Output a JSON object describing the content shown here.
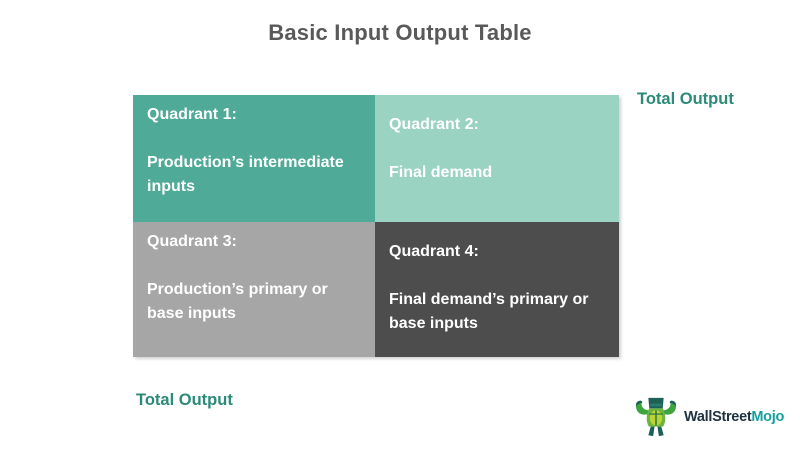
{
  "title": "Basic Input Output Table",
  "title_color": "#595959",
  "table": {
    "text_color": "#ffffff",
    "quadrants": [
      {
        "heading": "Quadrant 1:",
        "body": "Production’s intermediate inputs",
        "bg": "#4fab98"
      },
      {
        "heading": "Quadrant 2:",
        "body": "Final demand",
        "bg": "#9bd3c3"
      },
      {
        "heading": "Quadrant 3:",
        "body": "Production’s primary or base inputs",
        "bg": "#a6a6a6"
      },
      {
        "heading": "Quadrant 4:",
        "body": "Final demand’s primary or base inputs",
        "bg": "#4d4d4d"
      }
    ]
  },
  "labels": {
    "total_output_top_right": "Total Output",
    "total_output_bottom_left": "Total Output",
    "color": "#2b8a78"
  },
  "branding": {
    "icon": "wallstreetmojo-bull-icon",
    "name_part1": "WallStreet",
    "name_part2": "Mojo",
    "name_part1_color": "#1e3240",
    "name_part2_color": "#14a09e"
  }
}
